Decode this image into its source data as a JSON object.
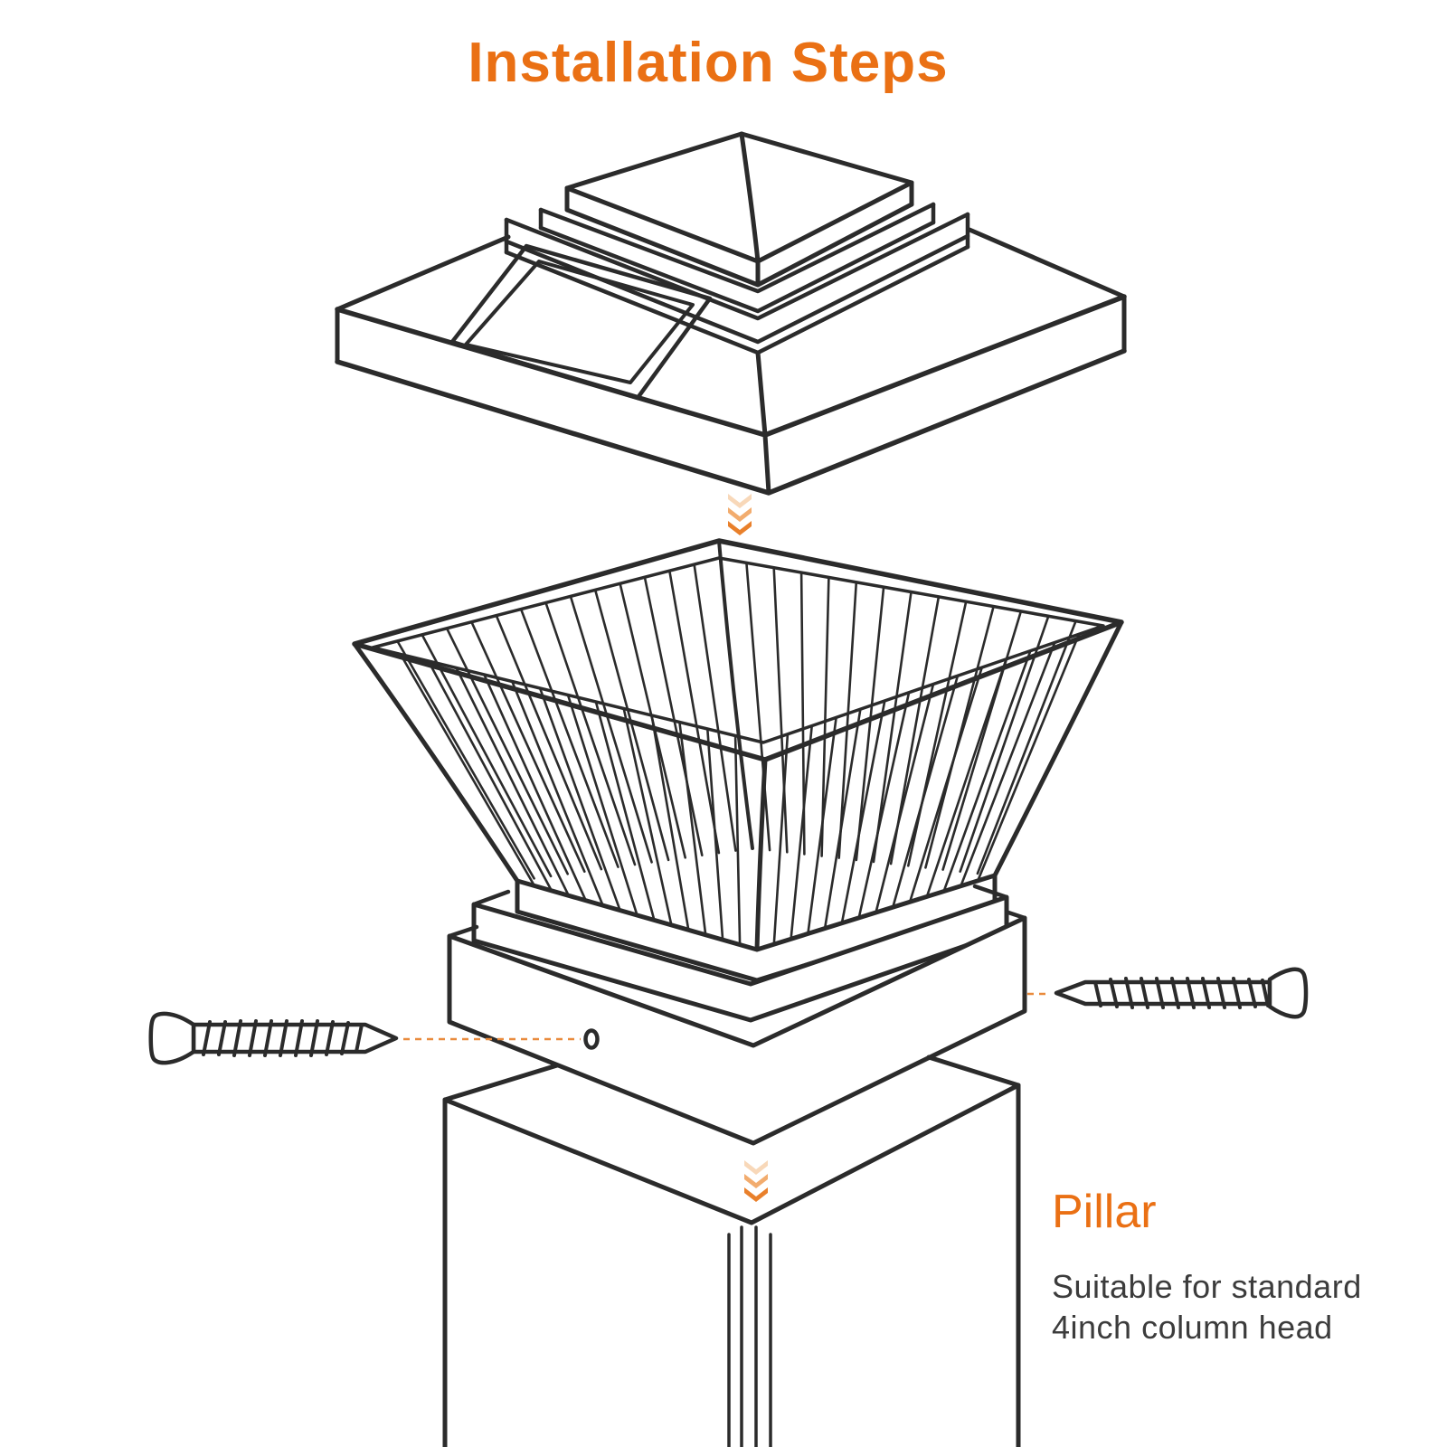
{
  "title": "Installation Steps",
  "annotation": {
    "label": "Pillar",
    "description": "Suitable for standard 4inch column head"
  },
  "colors": {
    "accent": "#EA7014",
    "line_art": "#2B2B2B",
    "body_text": "#3C3C3C",
    "dash": "#E98A3C",
    "chevron_gradient": [
      "#F8D8B9",
      "#F2AC6E",
      "#E9802B"
    ]
  },
  "icons": {
    "top_arrow": "triple-chevron-down-icon",
    "bottom_arrow": "triple-chevron-down-icon",
    "left_screw": "screw-icon",
    "right_screw": "screw-icon"
  }
}
